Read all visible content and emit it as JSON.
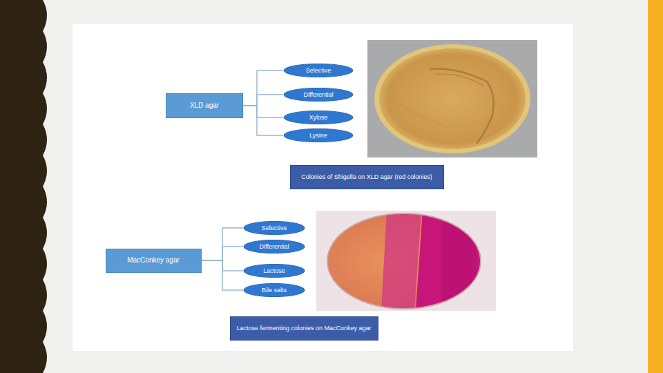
{
  "diagram": {
    "nodes": [
      {
        "text": [
          "XLD agar"
        ]
      },
      {
        "text": [
          "Selective"
        ]
      },
      {
        "text": [
          "Differential"
        ]
      },
      {
        "text": [
          "Xylose"
        ]
      },
      {
        "text": [
          "Lysine"
        ]
      },
      {
        "text": [
          "Colonies of Shigella on XLD agar (red colonies)"
        ]
      },
      {
        "text": [
          "MacConkey agar"
        ]
      },
      {
        "text": [
          "Selective"
        ]
      },
      {
        "text": [
          "Differential"
        ]
      },
      {
        "text": [
          "Lactose"
        ]
      },
      {
        "text": [
          "Bile salts"
        ]
      },
      {
        "text": [
          "Lactose fermenting colonies on MacConkey agar"
        ]
      }
    ],
    "edges": [
      {
        "from": 0,
        "to": 1,
        "arrow": "none"
      },
      {
        "from": 0,
        "to": 2,
        "arrow": "none"
      },
      {
        "from": 0,
        "to": 3,
        "arrow": "none"
      },
      {
        "from": 0,
        "to": 4,
        "arrow": "none"
      },
      {
        "from": 6,
        "to": 7,
        "arrow": "none"
      },
      {
        "from": 6,
        "to": 8,
        "arrow": "none"
      },
      {
        "from": 6,
        "to": 9,
        "arrow": "none"
      },
      {
        "from": 6,
        "to": 10,
        "arrow": "none"
      }
    ]
  }
}
